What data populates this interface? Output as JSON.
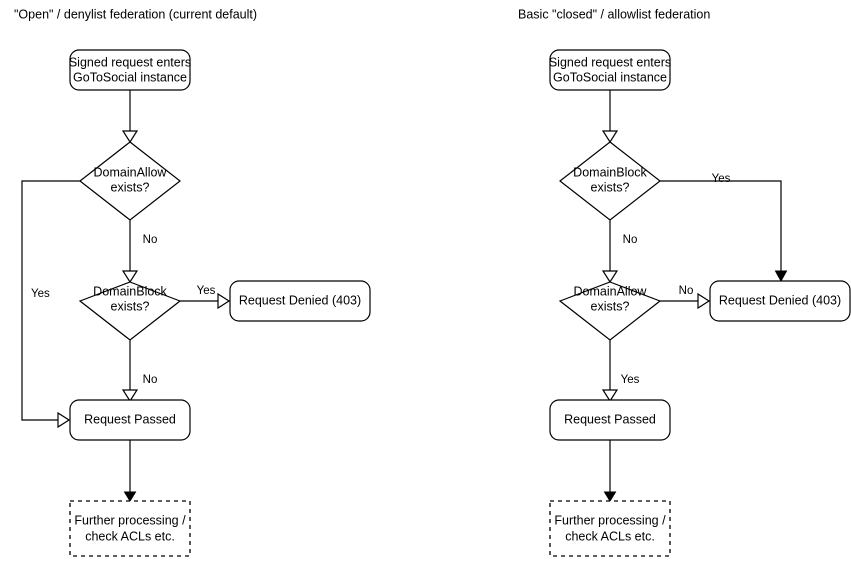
{
  "diagram": {
    "type": "flowchart",
    "background_color": "#ffffff",
    "stroke_color": "#000000",
    "text_color": "#000000",
    "panels": [
      {
        "id": "open-denylist",
        "title": "\"Open\" / denylist federation (current default)",
        "nodes": [
          {
            "id": "start",
            "shape": "rounded-rect",
            "line1": "Signed request enters",
            "line2": "GoToSocial instance"
          },
          {
            "id": "domain-allow",
            "shape": "diamond",
            "line1": "DomainAllow",
            "line2": "exists?"
          },
          {
            "id": "domain-block",
            "shape": "diamond",
            "line1": "DomainBlock",
            "line2": "exists?"
          },
          {
            "id": "denied",
            "shape": "rounded-rect",
            "line1": "Request Denied (403)",
            "line2": ""
          },
          {
            "id": "passed",
            "shape": "rounded-rect",
            "line1": "Request Passed",
            "line2": ""
          },
          {
            "id": "further",
            "shape": "dashed-rect",
            "line1": "Further processing /",
            "line2": "check ACLs etc."
          }
        ],
        "edges": [
          {
            "from": "start",
            "to": "domain-allow",
            "label": ""
          },
          {
            "from": "domain-allow",
            "to": "passed",
            "label": "Yes"
          },
          {
            "from": "domain-allow",
            "to": "domain-block",
            "label": "No"
          },
          {
            "from": "domain-block",
            "to": "denied",
            "label": "Yes"
          },
          {
            "from": "domain-block",
            "to": "passed",
            "label": "No"
          },
          {
            "from": "passed",
            "to": "further",
            "label": ""
          }
        ]
      },
      {
        "id": "closed-allowlist",
        "title": "Basic \"closed\" / allowlist federation",
        "nodes": [
          {
            "id": "start",
            "shape": "rounded-rect",
            "line1": "Signed request enters",
            "line2": "GoToSocial instance"
          },
          {
            "id": "domain-block",
            "shape": "diamond",
            "line1": "DomainBlock",
            "line2": "exists?"
          },
          {
            "id": "domain-allow",
            "shape": "diamond",
            "line1": "DomainAllow",
            "line2": "exists?"
          },
          {
            "id": "denied",
            "shape": "rounded-rect",
            "line1": "Request Denied (403)",
            "line2": ""
          },
          {
            "id": "passed",
            "shape": "rounded-rect",
            "line1": "Request Passed",
            "line2": ""
          },
          {
            "id": "further",
            "shape": "dashed-rect",
            "line1": "Further processing /",
            "line2": "check ACLs etc."
          }
        ],
        "edges": [
          {
            "from": "start",
            "to": "domain-block",
            "label": ""
          },
          {
            "from": "domain-block",
            "to": "denied",
            "label": "Yes"
          },
          {
            "from": "domain-block",
            "to": "domain-allow",
            "label": "No"
          },
          {
            "from": "domain-allow",
            "to": "denied",
            "label": "No"
          },
          {
            "from": "domain-allow",
            "to": "passed",
            "label": "Yes"
          },
          {
            "from": "passed",
            "to": "further",
            "label": ""
          }
        ]
      }
    ]
  }
}
